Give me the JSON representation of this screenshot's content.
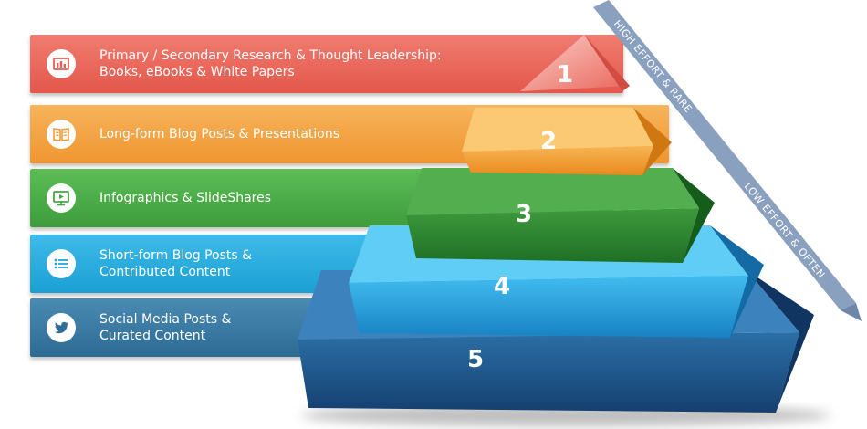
{
  "levels": [
    {
      "number": "1",
      "line1": "Primary / Secondary Research & Thought Leadership:",
      "line2": "Books, eBooks & White Papers",
      "icon": "bar-chart-icon",
      "color": "#e85e52"
    },
    {
      "number": "2",
      "line1": "Long-form Blog Posts & Presentations",
      "line2": "",
      "icon": "book-icon",
      "color": "#f29a35"
    },
    {
      "number": "3",
      "line1": "Infographics & SlideShares",
      "line2": "",
      "icon": "monitor-play-icon",
      "color": "#45a544"
    },
    {
      "number": "4",
      "line1": "Short-form Blog Posts &",
      "line2": "Contributed Content",
      "icon": "list-icon",
      "color": "#22a6dc"
    },
    {
      "number": "5",
      "line1": "Social Media Posts &",
      "line2": "Curated Content",
      "icon": "twitter-bird-icon",
      "color": "#2f6e98"
    }
  ],
  "effort_axis": {
    "top_label": "HIGH EFFORT & RARE",
    "bottom_label": "LOW EFFORT & OFTEN",
    "color": "#8aa0bf"
  }
}
